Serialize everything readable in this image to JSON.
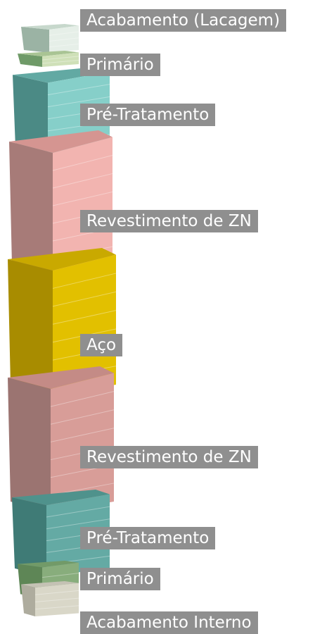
{
  "layers": [
    {
      "label": "Acabamento (Lacagem)",
      "colors": {
        "front": "#e6efe8",
        "side": "#9bb3a4",
        "top": "#c7d8cc"
      }
    },
    {
      "label": "Primário",
      "colors": {
        "front": "#cfe0b8",
        "side": "#6f9a68",
        "top": "#a9c494"
      }
    },
    {
      "label": "Pré-Tratamento",
      "colors": {
        "front": "#86cfc9",
        "side": "#4b8a85",
        "top": "#62a9a3"
      }
    },
    {
      "label": "Revestimento de ZN",
      "colors": {
        "front": "#f2b4b0",
        "side": "#a77b78",
        "top": "#d59591"
      }
    },
    {
      "label": "Aço",
      "colors": {
        "front": "#e2c000",
        "side": "#a88c00",
        "top": "#c9a900"
      }
    },
    {
      "label": "Revestimento de ZN",
      "colors": {
        "front": "#d89d98",
        "side": "#9b7471",
        "top": "#c48b86"
      }
    },
    {
      "label": "Pré-Tratamento",
      "colors": {
        "front": "#64aaa4",
        "side": "#3f7b76",
        "top": "#4f928c"
      }
    },
    {
      "label": "Primário",
      "colors": {
        "front": "#88ad7c",
        "side": "#5e8656",
        "top": "#729a68"
      }
    },
    {
      "label": "Acabamento Interno",
      "colors": {
        "front": "#d9d7c8",
        "side": "#aeac9e",
        "top": "#c4c2b4"
      }
    }
  ]
}
